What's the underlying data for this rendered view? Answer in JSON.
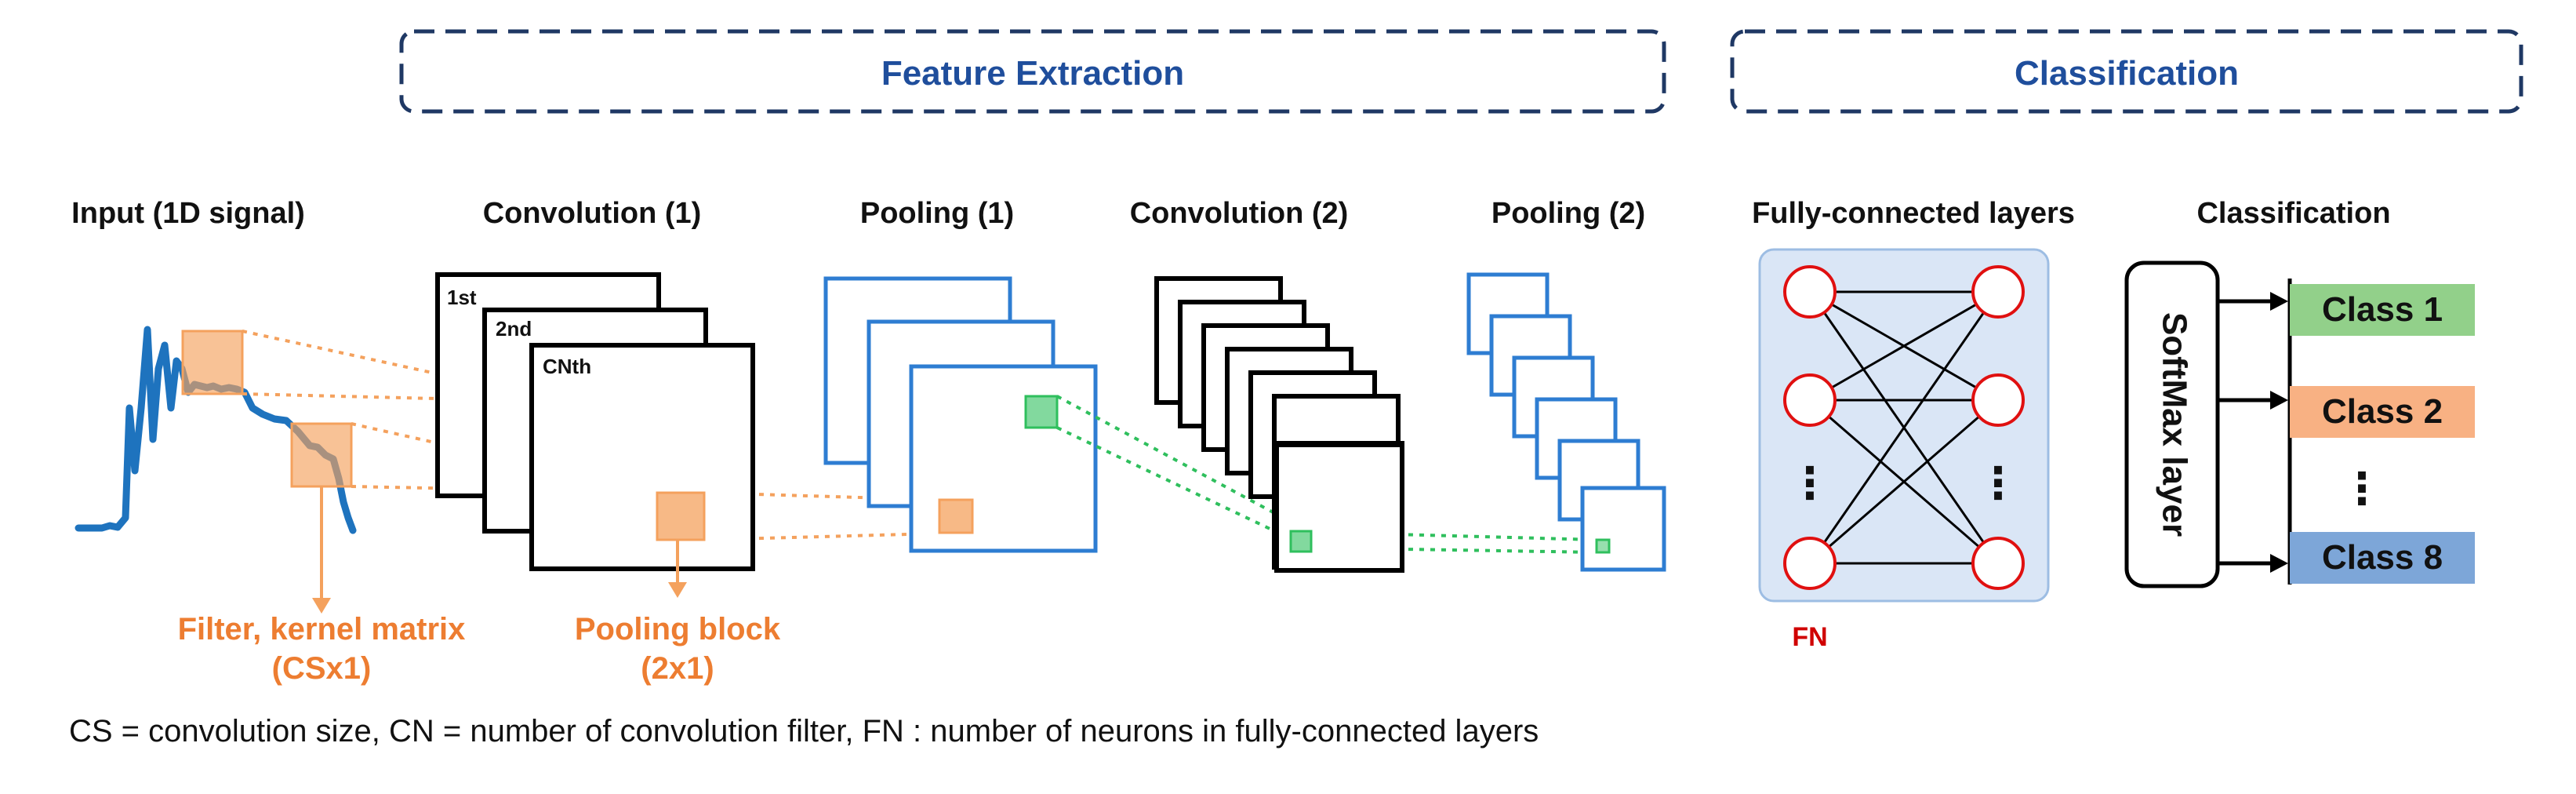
{
  "sections": {
    "feature_extraction": "Feature Extraction",
    "classification": "Classification"
  },
  "stages": {
    "input": "Input (1D signal)",
    "conv1": "Convolution (1)",
    "pool1": "Pooling (1)",
    "conv2": "Convolution (2)",
    "pool2": "Pooling (2)",
    "fc": "Fully-connected layers",
    "classification": "Classification"
  },
  "conv1_maps": [
    "1st",
    "2nd",
    "CNth"
  ],
  "annotations": {
    "filter_line1": "Filter, kernel matrix",
    "filter_line2": "(CSx1)",
    "pool_line1": "Pooling block",
    "pool_line2": "(2x1)"
  },
  "fc": {
    "ellipsis": "⋮",
    "fn_label": "FN"
  },
  "softmax_label": "SoftMax layer",
  "classes": [
    "Class 1",
    "Class 2",
    "⋮",
    "Class 8"
  ],
  "caption": "CS = convolution size, CN = number of convolution filter, FN : number of neurons in fully-connected layers",
  "colors": {
    "section_border": "#1f3864",
    "section_text": "#1f4e9c",
    "orange": "#f4a15d",
    "orange_text": "#ed7d31",
    "green": "#2fbf5d",
    "blue_map": "#2e7dd2",
    "fc_panel": "#dae6f6",
    "neuron": "#e01010",
    "class1": "#92d08a",
    "class2": "#f8b183",
    "class8": "#7da6d8",
    "signal": "#1e73be"
  }
}
